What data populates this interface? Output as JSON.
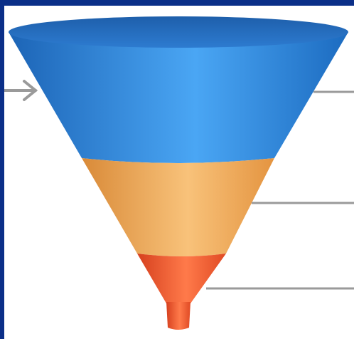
{
  "diagram": {
    "type": "funnel",
    "stages": [
      {
        "name": "top-stage",
        "color": "#2f86d8"
      },
      {
        "name": "middle-stage",
        "color": "#f0a24c"
      },
      {
        "name": "bottom-stage",
        "color": "#e8502c"
      }
    ],
    "arrow_icon": "right-arrow-icon",
    "callout_line_color": "#9a9a9a",
    "frame_color": "#0b2f88"
  }
}
